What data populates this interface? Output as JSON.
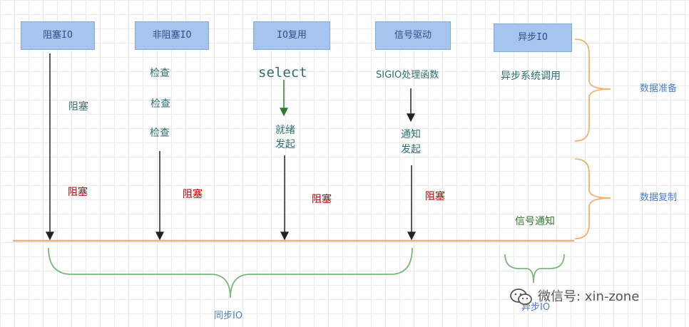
{
  "boxes": {
    "blocking_io": "阻塞IO",
    "nonblocking_io": "非阻塞IO",
    "io_multiplexing": "IO复用",
    "signal_driven": "信号驱动",
    "async_io": "异步IO"
  },
  "blocking": {
    "block_1": "阻塞",
    "block_2": "阻塞"
  },
  "nonblocking": {
    "check_1": "检查",
    "check_2": "检查",
    "check_3": "检查",
    "block": "阻塞"
  },
  "multiplexing": {
    "select": "select",
    "ready_1": "就绪",
    "ready_2": "发起",
    "block": "阻塞"
  },
  "signal": {
    "handler": "SIGIO处理函数",
    "notify_1": "通知",
    "notify_2": "发起",
    "block": "阻塞"
  },
  "async": {
    "syscall": "异步系统调用",
    "notify": "信号通知"
  },
  "phases": {
    "prepare": "数据准备",
    "copy": "数据复制"
  },
  "groups": {
    "sync": "同步IO",
    "async": "异步IO"
  },
  "watermark": "微信号: xin-zone",
  "colors": {
    "box_fill": "#a5c5ef",
    "box_text": "#2d4f86",
    "timeline": "#e8b07c",
    "bracket_orange": "#f0b070",
    "bracket_green": "#7ab87a",
    "block_text": "#b00000",
    "note_text": "#2e6e6e",
    "phase_text": "#4a7fc4",
    "select_arrow": "#2d7a2d"
  }
}
